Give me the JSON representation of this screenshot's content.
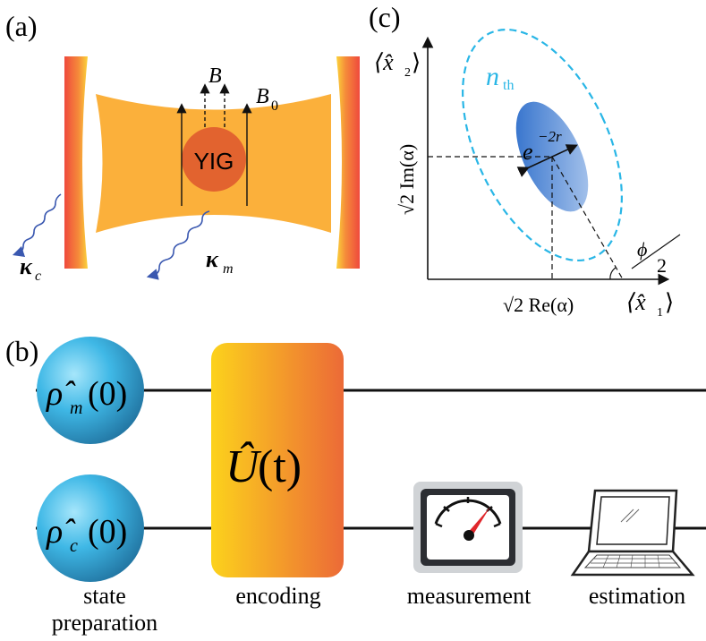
{
  "panels": {
    "a": {
      "tag": "(a)",
      "yig": "YIG",
      "field_b": "B",
      "field_b0": "B",
      "field_b0_sub": "0",
      "kappa_c": "κ",
      "kappa_c_sub": "c",
      "kappa_m": "κ",
      "kappa_m_sub": "m",
      "colors": {
        "cavity": "#fbb03b",
        "sphere": "#e2632f",
        "mirror_inner": "#fbd33a",
        "mirror_outer": "#ef4a3d",
        "wave": "#3a58b0"
      }
    },
    "b": {
      "tag": "(b)",
      "rho_m": {
        "hat": "ρ̂",
        "sub": "m",
        "arg": "(0)"
      },
      "rho_c": {
        "hat": "ρ̂",
        "sub": "c",
        "arg": "(0)"
      },
      "unitary": {
        "hat": "Û",
        "arg": "(t)"
      },
      "labels": {
        "state_line1": "state",
        "state_line2": "preparation",
        "encoding": "encoding",
        "measurement": "measurement",
        "estimation": "estimation"
      },
      "colors": {
        "sphere": "#2aa9dd",
        "gate_left": "#fcd21c",
        "gate_right": "#ec6a37"
      }
    },
    "c": {
      "tag": "(c)",
      "x1": "⟨x̂",
      "x1_sub": "1",
      "x2": "⟨x̂",
      "x2_sub": "2",
      "n_th": "n",
      "n_th_sub": "th",
      "squeeze": "e",
      "squeeze_exp": "−2r",
      "re_alpha": "√2 Re(α)",
      "im_alpha": "√2 Im(α)",
      "phi_num": "ϕ",
      "phi_den": "2",
      "colors": {
        "ellipse_dashed": "#29b6e6",
        "squeezed_fill": "#3d7fd1",
        "nth_text": "#29b6e6"
      }
    }
  }
}
